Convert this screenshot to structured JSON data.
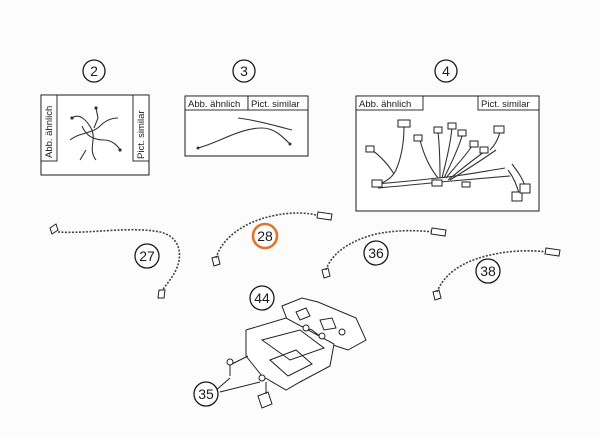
{
  "labels": {
    "similar_de": "Abb. ähnlich",
    "similar_en": "Pict. similar"
  },
  "callouts": [
    {
      "id": "c2",
      "text": "2",
      "highlight": false
    },
    {
      "id": "c3",
      "text": "3",
      "highlight": false
    },
    {
      "id": "c4",
      "text": "4",
      "highlight": false
    },
    {
      "id": "c27",
      "text": "27",
      "highlight": false
    },
    {
      "id": "c28",
      "text": "28",
      "highlight": true
    },
    {
      "id": "c36",
      "text": "36",
      "highlight": false
    },
    {
      "id": "c38",
      "text": "38",
      "highlight": false
    },
    {
      "id": "c44",
      "text": "44",
      "highlight": false
    },
    {
      "id": "c35",
      "text": "35",
      "highlight": false
    }
  ],
  "colors": {
    "highlight": "#e2742a",
    "line": "#1a1a1a"
  }
}
